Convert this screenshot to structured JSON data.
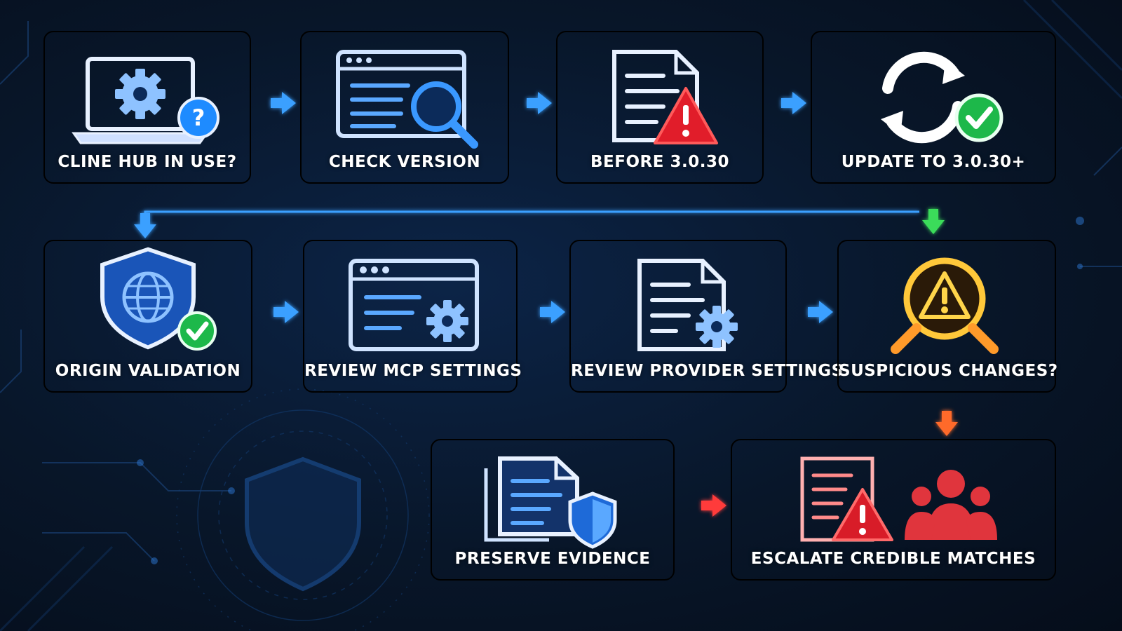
{
  "diagram": {
    "nodes": [
      {
        "id": "cline-hub",
        "label": "CLINE HUB IN USE?",
        "theme": "blue",
        "icon": "laptop-gear-question-icon"
      },
      {
        "id": "check-version",
        "label": "CHECK VERSION",
        "theme": "blue",
        "icon": "browser-search-icon"
      },
      {
        "id": "before-version",
        "label": "BEFORE 3.0.30",
        "theme": "blue",
        "icon": "document-warning-icon"
      },
      {
        "id": "update",
        "label": "UPDATE TO 3.0.30+",
        "theme": "green",
        "icon": "refresh-check-icon"
      },
      {
        "id": "origin-validation",
        "label": "ORIGIN VALIDATION",
        "theme": "blue",
        "icon": "shield-globe-check-icon"
      },
      {
        "id": "review-mcp",
        "label": "REVIEW MCP SETTINGS",
        "theme": "blue",
        "icon": "browser-gear-icon"
      },
      {
        "id": "review-provider",
        "label": "REVIEW PROVIDER SETTINGS",
        "theme": "blue",
        "icon": "document-gear-icon"
      },
      {
        "id": "suspicious",
        "label": "SUSPICIOUS CHANGES?",
        "theme": "orange",
        "icon": "magnifier-warning-icon"
      },
      {
        "id": "preserve",
        "label": "PRESERVE EVIDENCE",
        "theme": "red",
        "icon": "documents-shield-icon"
      },
      {
        "id": "escalate",
        "label": "ESCALATE CREDIBLE MATCHES",
        "theme": "red",
        "icon": "document-warning-people-icon"
      }
    ],
    "edges": [
      {
        "from": "cline-hub",
        "to": "check-version",
        "color": "#3aa0ff"
      },
      {
        "from": "check-version",
        "to": "before-version",
        "color": "#3aa0ff"
      },
      {
        "from": "before-version",
        "to": "update",
        "color": "#3aa0ff"
      },
      {
        "from": "update",
        "to": "origin-validation",
        "color": "#3aa0ff"
      },
      {
        "from": "origin-validation",
        "to": "review-mcp",
        "color": "#3aa0ff"
      },
      {
        "from": "review-mcp",
        "to": "review-provider",
        "color": "#3aa0ff"
      },
      {
        "from": "review-provider",
        "to": "suspicious",
        "color": "#3aa0ff"
      },
      {
        "from": "suspicious",
        "to": "escalate",
        "color": "#ff6a2a"
      },
      {
        "from": "preserve",
        "to": "escalate",
        "color": "#ff3b3b"
      }
    ],
    "colors": {
      "blue": "#2f86ff",
      "green": "#3bdc5a",
      "orange": "#ff8a2a",
      "red": "#ff3b3b",
      "background": "#081629"
    }
  }
}
